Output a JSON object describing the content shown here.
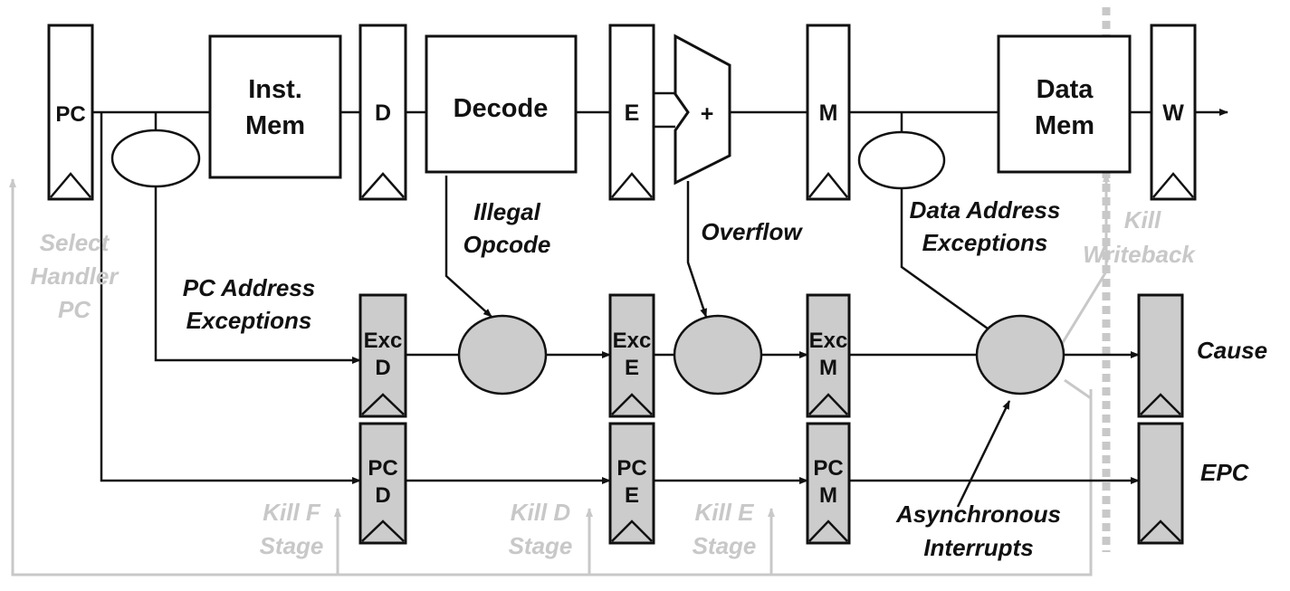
{
  "pipeline": {
    "pc_label": "PC",
    "imem_line1": "Inst.",
    "imem_line2": "Mem",
    "d_label": "D",
    "decode_label": "Decode",
    "e_label": "E",
    "alu_label": "+",
    "m_label": "M",
    "dmem_line1": "Data",
    "dmem_line2": "Mem",
    "w_label": "W"
  },
  "exceptions": {
    "illegal_line1": "Illegal",
    "illegal_line2": "Opcode",
    "overflow": "Overflow",
    "data_addr_line1": "Data Address",
    "data_addr_line2": "Exceptions",
    "pc_addr_line1": "PC Address",
    "pc_addr_line2": "Exceptions",
    "async_line1": "Asynchronous",
    "async_line2": "Interrupts"
  },
  "exc_regs": {
    "exc_d_top": "Exc",
    "exc_d_bottom": "D",
    "exc_e_top": "Exc",
    "exc_e_bottom": "E",
    "exc_m_top": "Exc",
    "exc_m_bottom": "M",
    "pc_d_top": "PC",
    "pc_d_bottom": "D",
    "pc_e_top": "PC",
    "pc_e_bottom": "E",
    "pc_m_top": "PC",
    "pc_m_bottom": "M"
  },
  "outputs": {
    "cause": "Cause",
    "epc": "EPC"
  },
  "control": {
    "select_line1": "Select",
    "select_line2": "Handler",
    "select_line3": "PC",
    "kill_f_line1": "Kill F",
    "kill_f_line2": "Stage",
    "kill_d_line1": "Kill D",
    "kill_d_line2": "Stage",
    "kill_e_line1": "Kill E",
    "kill_e_line2": "Stage",
    "kill_wb_line1": "Kill",
    "kill_wb_line2": "Writeback"
  },
  "colors": {
    "line": "#111111",
    "faded": "#c8c8c8",
    "fill_gray": "#cccccc",
    "fill_white": "#ffffff"
  }
}
